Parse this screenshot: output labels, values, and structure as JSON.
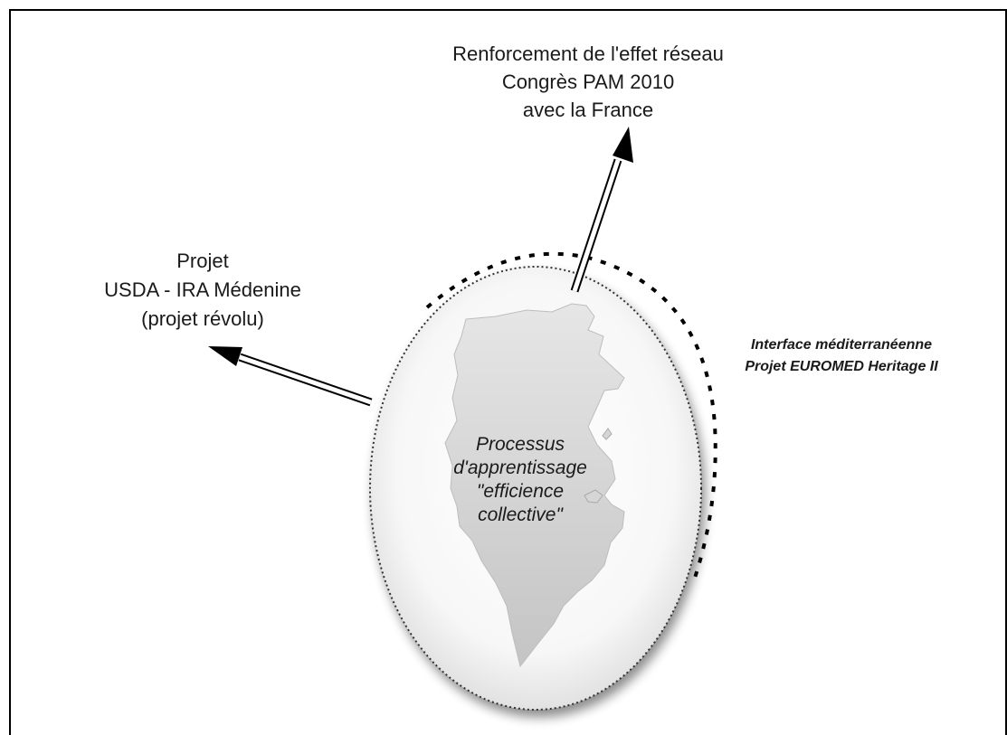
{
  "top_label": {
    "lines": [
      "Renforcement de l'effet réseau",
      "Congrès PAM 2010",
      "avec la France"
    ]
  },
  "left_label": {
    "lines": [
      "Projet",
      "USDA - IRA Médenine",
      "(projet révolu)"
    ]
  },
  "right_label": {
    "lines": [
      "Interface méditerranéenne",
      "Projet EUROMED Heritage II"
    ]
  },
  "center_label": {
    "lines": [
      "Processus",
      "d'apprentissage",
      "\"efficience",
      "collective\""
    ]
  }
}
